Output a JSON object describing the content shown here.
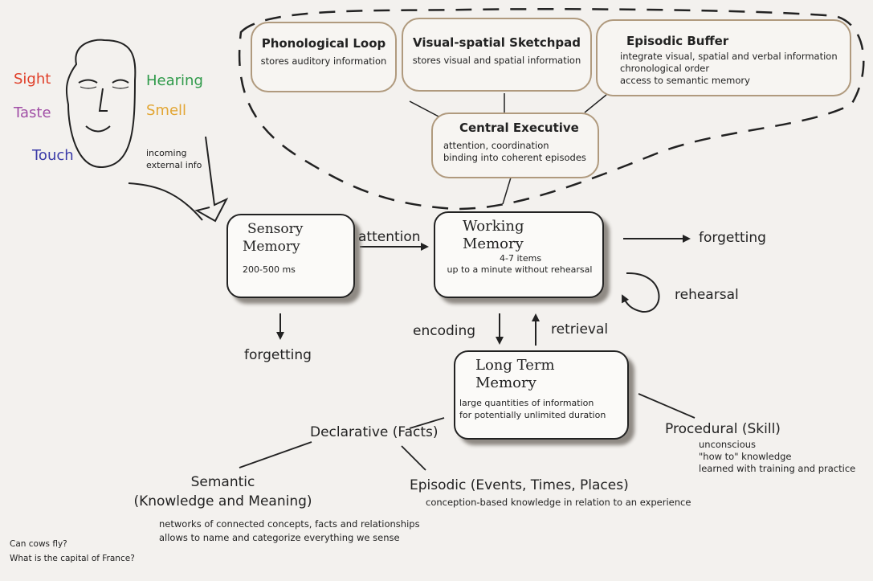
{
  "senses": {
    "sight": {
      "text": "Sight",
      "color": "#e0402a"
    },
    "hearing": {
      "text": "Hearing",
      "color": "#2f9a4a"
    },
    "taste": {
      "text": "Taste",
      "color": "#a14fa6"
    },
    "smell": {
      "text": "Smell",
      "color": "#e2a634"
    },
    "touch": {
      "text": "Touch",
      "color": "#3a3aa8"
    }
  },
  "incoming": [
    "incoming",
    "external info"
  ],
  "phonological_loop": {
    "title": "Phonological Loop",
    "lines": [
      "stores auditory information"
    ]
  },
  "visuospatial": {
    "title": "Visual-spatial Sketchpad",
    "lines": [
      "stores visual and spatial information"
    ]
  },
  "episodic_buffer": {
    "title": "Episodic Buffer",
    "lines": [
      "integrate visual, spatial and verbal information",
      "chronological order",
      "access to semantic memory"
    ]
  },
  "central_executive": {
    "title": "Central Executive",
    "lines": [
      "attention, coordination",
      "binding into coherent episodes"
    ]
  },
  "sensory_memory": {
    "title": [
      "Sensory",
      "Memory"
    ],
    "detail": "200-500 ms"
  },
  "working_memory": {
    "title": [
      "Working",
      "Memory"
    ],
    "lines": [
      "4-7 items",
      "up to a minute  without rehearsal"
    ]
  },
  "long_term_memory": {
    "title": [
      "Long Term",
      "Memory"
    ],
    "lines": [
      "large quantities of information",
      "for potentially unlimited duration"
    ]
  },
  "arrows": {
    "attention": "attention",
    "forgetting_wm": "forgetting",
    "rehearsal": "rehearsal",
    "forgetting_sm": "forgetting",
    "encoding": "encoding",
    "retrieval": "retrieval"
  },
  "declarative": "Declarative (Facts)",
  "procedural": {
    "title": "Procedural (Skill)",
    "lines": [
      "unconscious",
      "\"how to\" knowledge",
      "learned with training and practice"
    ]
  },
  "semantic": {
    "title": [
      "Semantic",
      "(Knowledge and Meaning)"
    ],
    "lines": [
      "networks of connected concepts, facts and relationships",
      "allows to name and categorize everything we sense"
    ]
  },
  "episodic": {
    "title": "Episodic (Events, Times, Places)",
    "lines": [
      "conception-based knowledge in relation to an experience"
    ]
  },
  "examples": [
    "Can cows fly?",
    "What is the capital of France?"
  ]
}
